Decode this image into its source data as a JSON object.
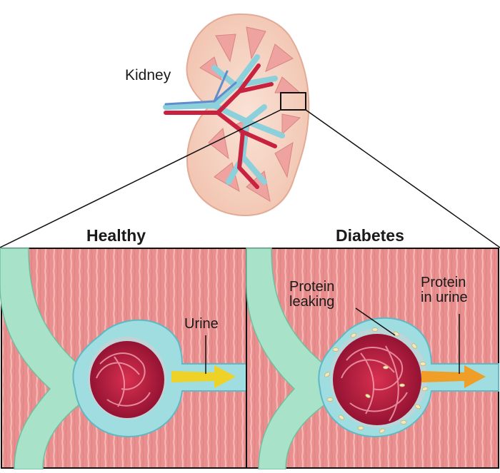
{
  "labels": {
    "kidney": "Kidney",
    "healthy": "Healthy",
    "diabetes": "Diabetes",
    "urine": "Urine",
    "protein_leaking": "Protein\nleaking",
    "protein_in_urine": "Protein\nin urine"
  },
  "colors": {
    "tissue": "#e98f8f",
    "tissue_stripe": "#f7c2be",
    "capsule": "#9fdde0",
    "vessel": "#a8e2c8",
    "glomerulus": "#b51a3c",
    "kidney_body": "#f6d3c4",
    "urine_arrow": "#f2d11e",
    "protein_arrow": "#f39a1c",
    "protein": "#f4e9b8"
  }
}
